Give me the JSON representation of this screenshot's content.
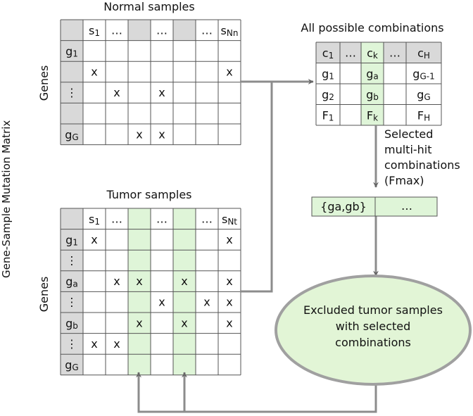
{
  "side_title": "Gene-Sample Mutation Matrix",
  "normal": {
    "title": "Normal samples",
    "row_axis_label": "Genes",
    "header": [
      "",
      "s1",
      "…",
      "",
      "…",
      "",
      "…",
      "sNn"
    ],
    "rows": [
      [
        "g1",
        "",
        "",
        "",
        "",
        "",
        "",
        ""
      ],
      [
        "",
        "x",
        "",
        "",
        "",
        "",
        "",
        "x"
      ],
      [
        "⋮",
        "",
        "x",
        "",
        "x",
        "",
        "",
        ""
      ],
      [
        "",
        "",
        "",
        "",
        "",
        "",
        "",
        ""
      ],
      [
        "gG",
        "",
        "",
        "x",
        "x",
        "",
        "",
        ""
      ]
    ]
  },
  "tumor": {
    "title": "Tumor samples",
    "row_axis_label": "Genes",
    "header": [
      "",
      "s1",
      "…",
      "",
      "…",
      "",
      "…",
      "sNt"
    ],
    "rows": [
      [
        "g1",
        "x",
        "",
        "",
        "",
        "",
        "",
        "x"
      ],
      [
        "⋮",
        "",
        "",
        "",
        "",
        "",
        "",
        ""
      ],
      [
        "ga",
        "",
        "x",
        "x",
        "",
        "x",
        "",
        "x"
      ],
      [
        "⋮",
        "",
        "",
        "",
        "x",
        "",
        "x",
        "x"
      ],
      [
        "gb",
        "",
        "",
        "x",
        "",
        "x",
        "",
        "x"
      ],
      [
        "⋮",
        "x",
        "x",
        "",
        "",
        "",
        "",
        ""
      ],
      [
        "gG",
        "",
        "",
        "",
        "",
        "",
        "",
        ""
      ]
    ],
    "highlight_columns": [
      3,
      5
    ],
    "highlight_color": "#dff5d8"
  },
  "combos": {
    "title": "All possible combinations",
    "header": [
      "c1",
      "…",
      "ck",
      "…",
      "cH"
    ],
    "rows": [
      [
        "g1",
        "",
        "ga",
        "",
        "gG-1"
      ],
      [
        "g2",
        "",
        "gb",
        "",
        "gG"
      ],
      [
        "F1",
        "",
        "Fk",
        "",
        "FH"
      ]
    ],
    "highlight_column": 2
  },
  "selected_label": [
    "Selected",
    "multi-hit",
    "combinations",
    "(Fmax)"
  ],
  "selected_box": [
    "{ga,gb}",
    "…"
  ],
  "excluded_label": [
    "Excluded tumor samples",
    "with selected",
    "combinations"
  ],
  "colors": {
    "header_gray": "#d9d9d9",
    "highlight_green": "#dff5d8",
    "ellipse_fill": "#e2f5d6",
    "ellipse_stroke": "#a0a0a0",
    "arrow": "#8c8c8c",
    "grid": "#555555"
  }
}
